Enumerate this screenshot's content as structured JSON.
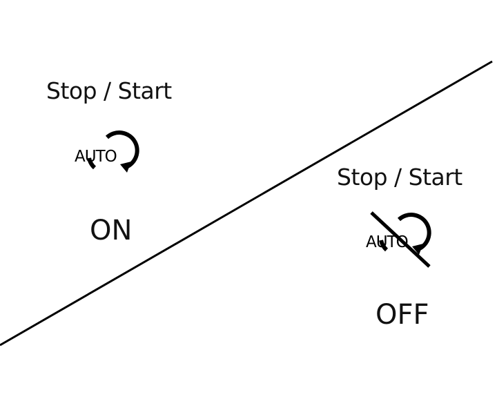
{
  "diagram": {
    "line_color": "#000000",
    "on": {
      "caption": "Stop / Start",
      "icon_label": "AUTO",
      "state": "ON"
    },
    "off": {
      "caption": "Stop / Start",
      "icon_label": "AUTO",
      "state": "OFF"
    }
  }
}
